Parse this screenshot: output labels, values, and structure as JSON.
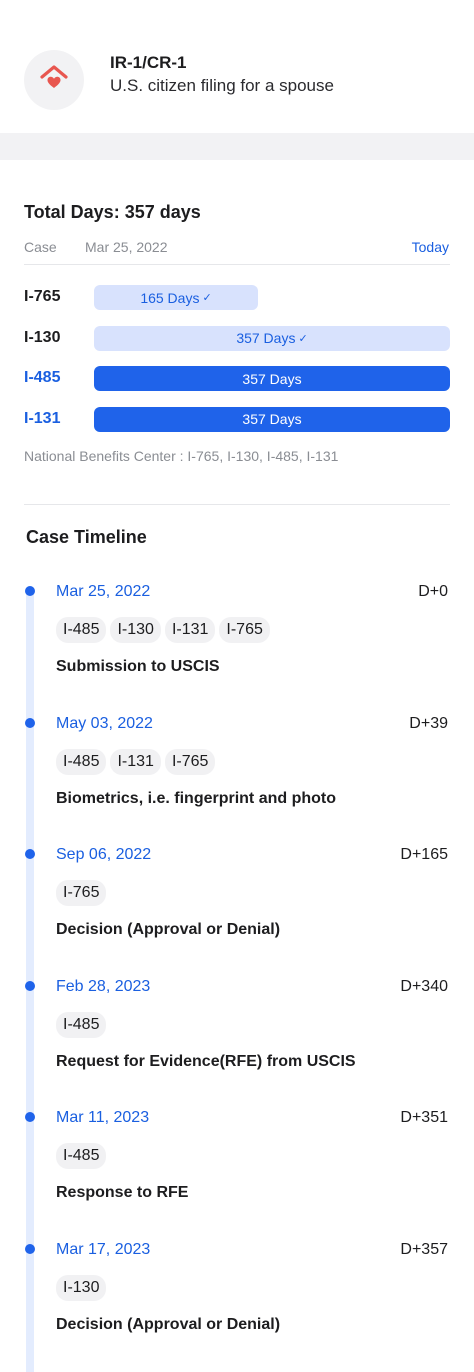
{
  "header": {
    "icon": "house-heart-icon",
    "title": "IR-1/CR-1",
    "subtitle": "U.S. citizen filing for a spouse"
  },
  "summary": {
    "total_days": "Total Days: 357 days",
    "case_label": "Case",
    "case_date": "Mar 25, 2022",
    "today_label": "Today",
    "forms": [
      {
        "label": "I-765",
        "bar_text": "165 Days",
        "checked": true,
        "style": "light",
        "fraction": 0.462
      },
      {
        "label": "I-130",
        "bar_text": "357 Days",
        "checked": true,
        "style": "light",
        "fraction": 1.0
      },
      {
        "label": "I-485",
        "bar_text": "357 Days",
        "checked": false,
        "style": "dark",
        "fraction": 1.0
      },
      {
        "label": "I-131",
        "bar_text": "357 Days",
        "checked": false,
        "style": "dark",
        "fraction": 1.0
      }
    ],
    "center_note": "National Benefits Center : I-765, I-130, I-485, I-131"
  },
  "timeline": {
    "title": "Case Timeline",
    "events": [
      {
        "date": "Mar 25, 2022",
        "offset": "D+0",
        "tags": [
          "I-485",
          "I-130",
          "I-131",
          "I-765"
        ],
        "description": "Submission to USCIS"
      },
      {
        "date": "May 03, 2022",
        "offset": "D+39",
        "tags": [
          "I-485",
          "I-131",
          "I-765"
        ],
        "description": "Biometrics, i.e. fingerprint and photo"
      },
      {
        "date": "Sep 06, 2022",
        "offset": "D+165",
        "tags": [
          "I-765"
        ],
        "description": "Decision (Approval or Denial)"
      },
      {
        "date": "Feb 28, 2023",
        "offset": "D+340",
        "tags": [
          "I-485"
        ],
        "description": "Request for Evidence(RFE) from USCIS"
      },
      {
        "date": "Mar 11, 2023",
        "offset": "D+351",
        "tags": [
          "I-485"
        ],
        "description": "Response to RFE"
      },
      {
        "date": "Mar 17, 2023",
        "offset": "D+357",
        "tags": [
          "I-130"
        ],
        "description": "Decision (Approval or Denial)"
      }
    ]
  },
  "colors": {
    "accent": "#1a5fe0",
    "bar_dark": "#1f63ea",
    "bar_light": "#d8e2fd",
    "icon_red": "#e8564f"
  }
}
